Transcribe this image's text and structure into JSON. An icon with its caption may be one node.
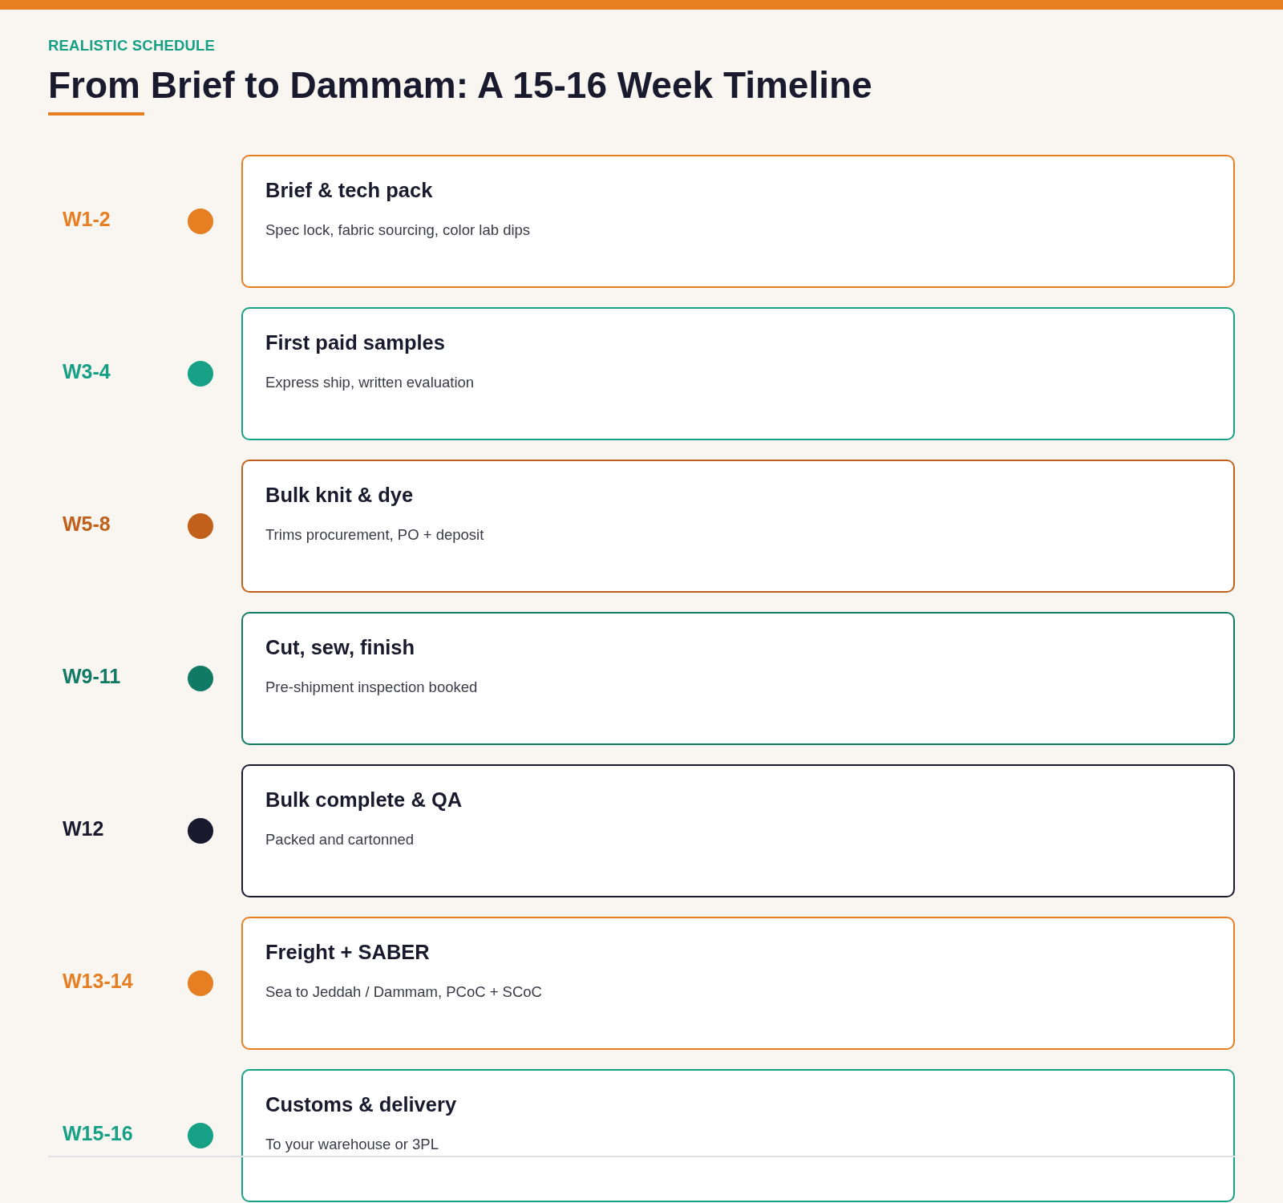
{
  "diagram": {
    "title": "From Brief to Dammam: A 15-16 Week Timeline",
    "nodes": [
      {
        "text": [
          "Brief & tech pack",
          "Spec lock, fabric sourcing, color lab dips"
        ]
      },
      {
        "text": [
          "First paid samples",
          "Express ship, written evaluation"
        ]
      },
      {
        "text": [
          "Bulk knit & dye",
          "Trims procurement, PO + deposit"
        ]
      },
      {
        "text": [
          "Cut, sew, finish",
          "Pre-shipment inspection booked"
        ]
      },
      {
        "text": [
          "Bulk complete & QA",
          "Packed and cartonned"
        ]
      },
      {
        "text": [
          "Freight + SABER",
          "Sea to Jeddah / Dammam, PCoC + SCoC"
        ]
      },
      {
        "text": [
          "Customs & delivery",
          "To your warehouse or 3PL"
        ]
      }
    ],
    "labels": [
      "REALISTIC SCHEDULE",
      "W1-2",
      "W3-4",
      "W5-8",
      "W9-11",
      "W12",
      "W13-14",
      "W15-16"
    ]
  }
}
